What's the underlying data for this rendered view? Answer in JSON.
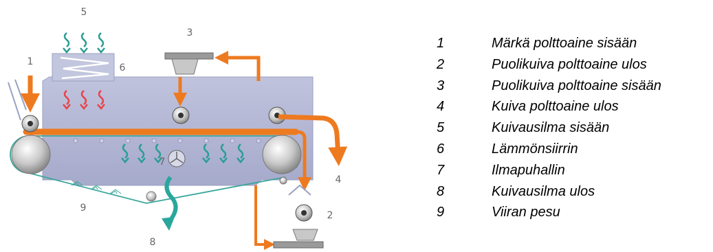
{
  "diagram": {
    "labels": [
      "1",
      "2",
      "3",
      "4",
      "5",
      "6",
      "7",
      "8",
      "9"
    ],
    "colors": {
      "flow": "#ee7a1f",
      "dryer_body": "#b1b5d4",
      "conveyor": "#3aa69b",
      "heat": "#e8434a",
      "air": "#2a9d95",
      "exhaust": "#2aa69d"
    }
  },
  "legend": {
    "items": [
      {
        "num": "1",
        "text": "Märkä polttoaine sisään"
      },
      {
        "num": "2",
        "text": "Puolikuiva polttoaine ulos"
      },
      {
        "num": "3",
        "text": "Puolikuiva polttoaine sisään"
      },
      {
        "num": "4",
        "text": "Kuiva polttoaine ulos"
      },
      {
        "num": "5",
        "text": "Kuivausilma sisään"
      },
      {
        "num": "6",
        "text": "Lämmönsiirrin"
      },
      {
        "num": "7",
        "text": "Ilmapuhallin"
      },
      {
        "num": "8",
        "text": "Kuivausilma ulos"
      },
      {
        "num": "9",
        "text": "Viiran pesu"
      }
    ]
  }
}
